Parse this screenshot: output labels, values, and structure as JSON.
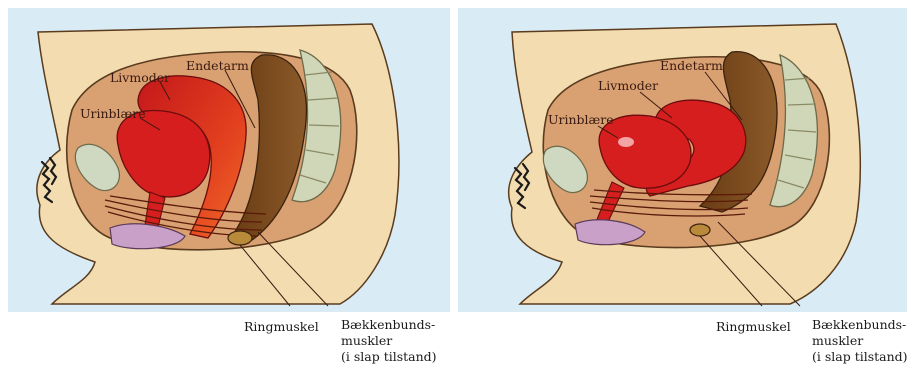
{
  "figures": [
    {
      "labels": {
        "uterus": "Livmoder",
        "rectum": "Endetarm",
        "bladder": "Urinblære"
      },
      "captions": {
        "sphincter": "Ringmuskel",
        "pelvic_floor_1": "Bækkenbunds-",
        "pelvic_floor_2": "muskler",
        "pelvic_floor_3": "(i slap tilstand)"
      }
    },
    {
      "labels": {
        "uterus": "Livmoder",
        "rectum": "Endetarm",
        "bladder": "Urinblære"
      },
      "captions": {
        "sphincter": "Ringmuskel",
        "pelvic_floor_1": "Bækkenbunds-",
        "pelvic_floor_2": "muskler",
        "pelvic_floor_3": "(i slap tilstand)"
      }
    }
  ],
  "colors": {
    "background": "#d9ecf6",
    "skin": "#f3ddb0",
    "tissue": "#d9a072",
    "organ_red": "#d71e1e",
    "rectum_brown": "#7a4a1e",
    "spine": "#cfd7b8",
    "pubic_bone": "#cfd8c0",
    "vulva": "#c9a0c8"
  }
}
